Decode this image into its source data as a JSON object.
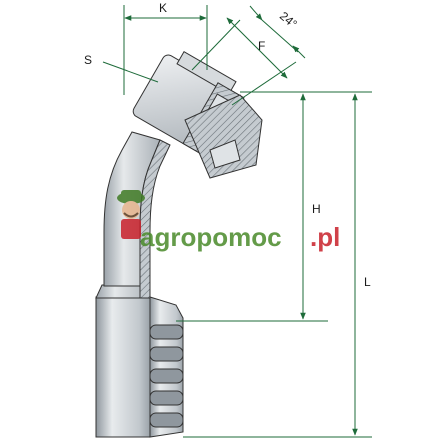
{
  "labels": {
    "k": "K",
    "f": "F",
    "angle": "24°",
    "s": "S",
    "h": "H",
    "l": "L"
  },
  "watermark": {
    "brand": "agropomoc",
    "tld": ".pl"
  },
  "colors": {
    "metal_light": "#dde1e4",
    "metal_mid": "#b7bec4",
    "metal_dark": "#8d959c",
    "dimension_line": "#1e6b3a",
    "hatch": "#6a7278",
    "watermark_green": "#4a8a2a",
    "watermark_red": "#c8202a"
  }
}
